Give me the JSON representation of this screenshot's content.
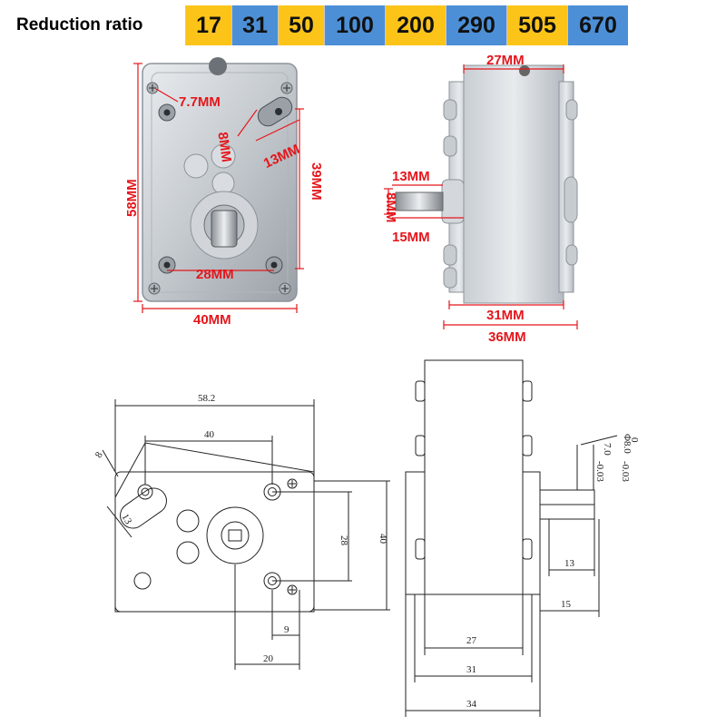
{
  "ratio_table": {
    "title": "Reduction ratio",
    "values": [
      "17",
      "31",
      "50",
      "100",
      "200",
      "290",
      "505",
      "670"
    ],
    "colors": [
      "#fcc419",
      "#4c8fd6"
    ]
  },
  "photo_front": {
    "dim_hole": "7.7MM",
    "dim_slot_w": "8MM",
    "dim_slot_l": "13MM",
    "dim_height": "58MM",
    "dim_width": "40MM",
    "dim_hole_spacing": "28MM",
    "dim_right_height": "39MM"
  },
  "photo_side": {
    "dim_top": "27MM",
    "dim_shaft_len1": "13MM",
    "dim_shaft_dia": "8MM",
    "dim_shaft_len2": "15MM",
    "dim_body": "31MM",
    "dim_total": "36MM"
  },
  "drawing_front": {
    "dim_total_width": "58.2",
    "dim_top_spacing": "40",
    "dim_slot_w": "8",
    "dim_slot_l": "13",
    "dim_hole_spacing": "28",
    "dim_height": "40",
    "dim_small": "9",
    "dim_shaft_offset": "20"
  },
  "drawing_side": {
    "dim_shaft_dia": "Φ8.0",
    "dim_flat": "7.0",
    "dim_tol_a": "-0.03",
    "dim_tol_b": "-0.03",
    "dim_tol_c": "0",
    "dim_shaft_13": "13",
    "dim_shaft_15": "15",
    "dim_27": "27",
    "dim_31": "31",
    "dim_34": "34"
  }
}
